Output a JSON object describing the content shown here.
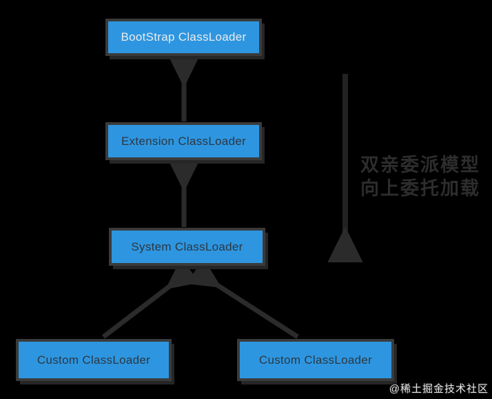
{
  "canvas": {
    "background_color": "#000000",
    "accent_blue": "#2e96e0",
    "node_border_color": "#3b3b3b",
    "connector_color": "#2b2b2b",
    "annotation_color": "#2d2d2d"
  },
  "diagram": {
    "nodes": [
      {
        "id": "bootstrap",
        "label": "BootStrap ClassLoader"
      },
      {
        "id": "extension",
        "label": "Extension ClassLoader"
      },
      {
        "id": "system",
        "label": "System ClassLoader"
      },
      {
        "id": "custom-left",
        "label": "Custom ClassLoader"
      },
      {
        "id": "custom-right",
        "label": "Custom ClassLoader"
      }
    ],
    "edges": [
      {
        "from": "extension",
        "to": "bootstrap",
        "direction": "up"
      },
      {
        "from": "system",
        "to": "extension",
        "direction": "up"
      },
      {
        "from": "custom-left",
        "to": "system",
        "direction": "up"
      },
      {
        "from": "custom-right",
        "to": "system",
        "direction": "up"
      }
    ],
    "annotation": {
      "line1": "双亲委派模型",
      "line2": "向上委托加载"
    },
    "watermark": "@稀土掘金技术社区"
  }
}
